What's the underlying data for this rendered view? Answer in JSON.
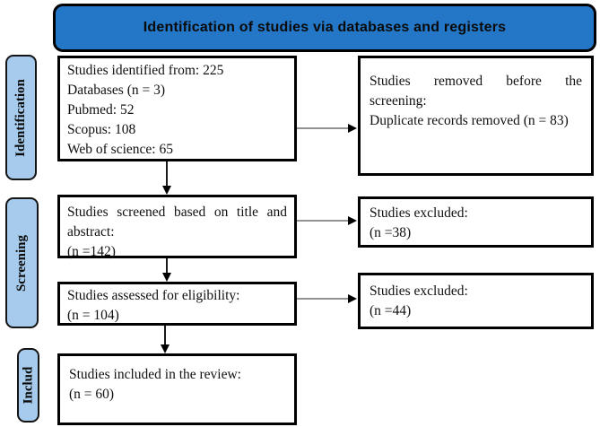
{
  "colors": {
    "header_fill": "#2377C6",
    "stage_fill": "#A6CBEC",
    "box_border": "#000000",
    "arrow_line_gray": "#6e6e6e",
    "arrow_head": "#000000"
  },
  "header": {
    "title": "Identification of studies via databases and registers"
  },
  "stages": {
    "identification": "Identification",
    "screening": "Screening",
    "included": "Includ"
  },
  "boxes": {
    "identified": {
      "line1": "Studies identified from: 225",
      "line2": "Databases (n = 3)",
      "line3": "Pubmed: 52",
      "line4": "Scopus: 108",
      "line5": "Web of science: 65"
    },
    "removed_before_screening": {
      "line1": "Studies removed before the screening:",
      "line2": "Duplicate records removed (n = 83)"
    },
    "screened": {
      "line1": "Studies screened based on title and abstract:",
      "line2": "(n =142)"
    },
    "excluded_title_abstract": {
      "line1": "Studies excluded:",
      "line2": "(n =38)"
    },
    "assessed": {
      "line1": "Studies assessed for eligibility:",
      "line2": "(n = 104)"
    },
    "excluded_eligibility": {
      "line1": "Studies excluded:",
      "line2": "(n =44)"
    },
    "included": {
      "line1": "Studies included in the review:",
      "line2": "(n = 60)"
    }
  }
}
